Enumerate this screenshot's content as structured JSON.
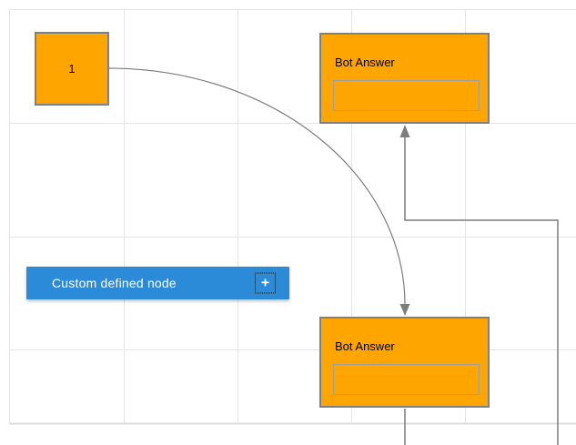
{
  "canvas": {
    "background": "#ffffff",
    "grid_color": "#e5e5e5",
    "page_edge_color": "#dddddd",
    "connector_color": "#7d7d7d"
  },
  "nodes": {
    "start": {
      "label": "1",
      "fill": "#FFA500",
      "stroke": "#808080"
    },
    "bot_answer_top": {
      "title": "Bot Answer",
      "fill": "#FFA500",
      "stroke": "#808080",
      "text_color": "#000000"
    },
    "bot_answer_bottom": {
      "title": "Bot Answer",
      "fill": "#FFA500",
      "stroke": "#808080",
      "text_color": "#000000"
    },
    "custom": {
      "label": "Custom defined node",
      "fill": "#2B8BD8",
      "text_color": "#ffffff",
      "plus_icon": "+"
    }
  }
}
